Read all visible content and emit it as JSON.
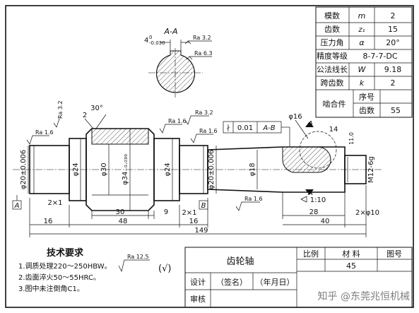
{
  "params_table": {
    "rows": [
      {
        "label": "模数",
        "symbol": "m",
        "value": "2"
      },
      {
        "label": "齿数",
        "symbol": "z₁",
        "value": "15"
      },
      {
        "label": "压力角",
        "symbol": "α",
        "value": "20°"
      },
      {
        "label": "精度等级",
        "symbol": "",
        "value": "8-7-7-DC"
      },
      {
        "label": "公法线长",
        "symbol": "W",
        "value": "9.18"
      },
      {
        "label": "跨齿数",
        "symbol": "k",
        "value": "2"
      }
    ],
    "mesh_label": "啮合件",
    "mesh_rows": [
      {
        "label": "序号",
        "value": ""
      },
      {
        "label": "齿数",
        "value": "55"
      }
    ]
  },
  "section": {
    "title": "A-A",
    "keyway_dim": "4",
    "keyway_tol": "0\n-0.030",
    "rough_top": "Ra 3.2",
    "rough_side": "Ra 6.3"
  },
  "dims": {
    "d20_left": "φ20±0.006",
    "d24_left": "φ24",
    "d30": "φ30",
    "d34": "φ34₋₀.₀₃₉",
    "d24_right": "φ24",
    "d20_right": "φ20±0.006",
    "d18": "φ18",
    "d16": "φ16",
    "m12": "M12-6g",
    "len_16a": "16",
    "len_48": "48",
    "len_30": "30",
    "len_9": "9",
    "len_16b": "16",
    "len_149": "149",
    "len_28": "28",
    "len_40": "40",
    "len_14": "14",
    "len_11": "11.0",
    "chamfer_left": "2×1",
    "chamfer_right": "2×1",
    "chamfer_end": "2×φ10",
    "angle": "30°",
    "gear_2": "2",
    "taper": "1:10",
    "rough_16a": "Ra 1.6",
    "rough_32a": "Ra 3.2",
    "rough_16b": "Ra 1.6",
    "rough_32b": "Ra 3.2",
    "rough_16c": "Ra 1.6",
    "rough_16d": "Ra 1.6",
    "datum_a": "A",
    "datum_b": "B",
    "tol_frame": {
      "sym": "∤",
      "val": "0.01",
      "ref": "A-B"
    }
  },
  "notes": {
    "title": "技术要求",
    "items": [
      "1.调质处理220～250HBW。",
      "2.齿面淬火50～55HRC。",
      "3.图中未注倒角C1。"
    ],
    "rough_general": "Ra 12.5",
    "rough_check": "(√)"
  },
  "title_block": {
    "part_name": "齿轮轴",
    "scale_label": "比例",
    "material_label": "材  料",
    "drawing_no_label": "图号",
    "material_value": "45",
    "design_label": "设计",
    "sign_label": "（签名）",
    "date_label": "（年月日）",
    "review_label": "审核"
  },
  "watermark": "知乎 @东莞兆恒机械"
}
